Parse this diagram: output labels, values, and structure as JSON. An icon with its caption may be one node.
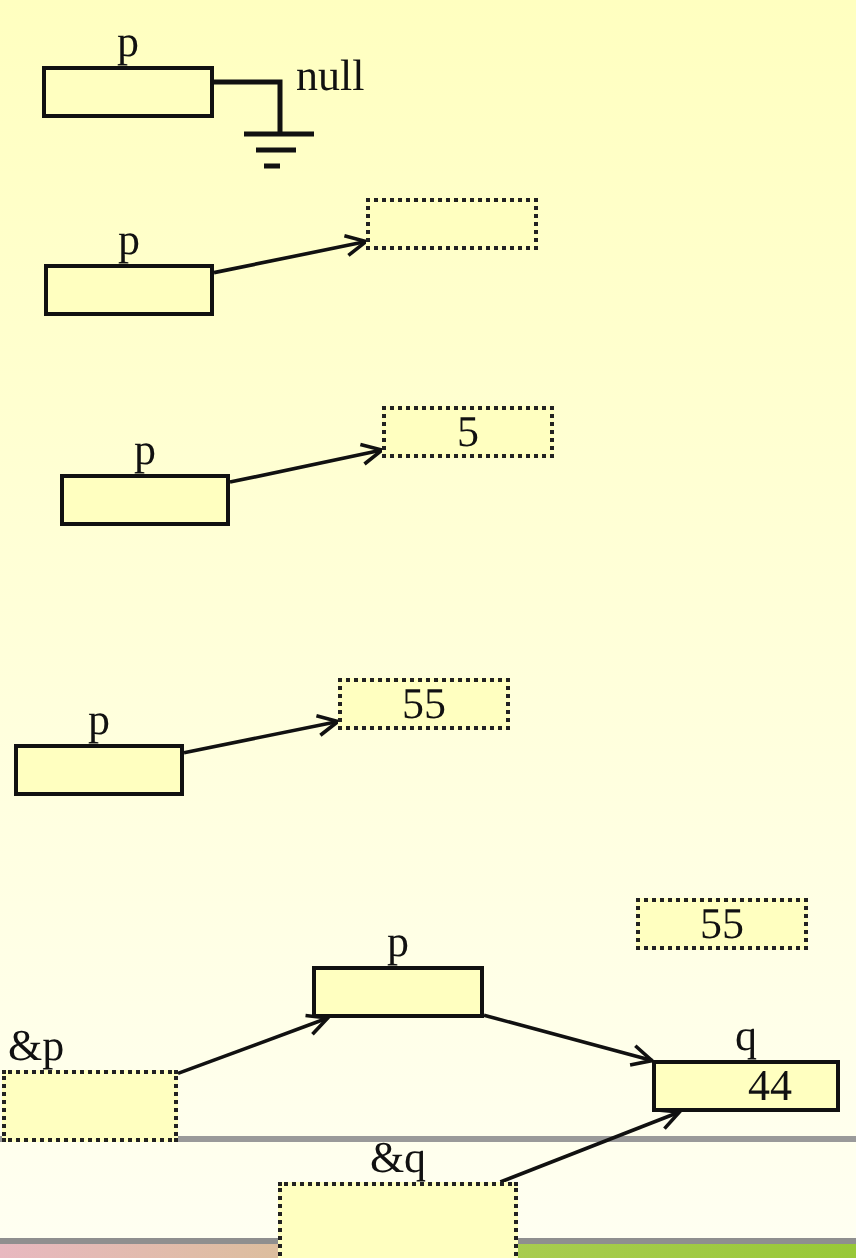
{
  "diagram": {
    "nodes": [
      {
        "text": [
          "p"
        ],
        "beside": [
          "null"
        ]
      },
      {
        "text": [
          "p"
        ]
      },
      {
        "text": [],
        "shape": "box"
      },
      {
        "text": [
          "p"
        ]
      },
      {
        "text": [
          "5"
        ]
      },
      {
        "text": [
          "p"
        ]
      },
      {
        "text": [
          "55"
        ]
      },
      {
        "text": [
          "55"
        ]
      },
      {
        "text": [
          "p"
        ]
      },
      {
        "text": [
          "&p"
        ]
      },
      {
        "text": [
          "q",
          "44"
        ]
      },
      {
        "text": [
          "&q"
        ]
      }
    ],
    "edges": [
      {
        "from": 1,
        "to": 2,
        "arrow": "to"
      },
      {
        "from": 3,
        "to": 4,
        "arrow": "to"
      },
      {
        "from": 5,
        "to": 6,
        "arrow": "to"
      },
      {
        "from": 9,
        "to": 8,
        "arrow": "to"
      },
      {
        "from": 8,
        "to": 10,
        "arrow": "to"
      },
      {
        "from": 11,
        "to": 10,
        "arrow": "to"
      }
    ]
  }
}
